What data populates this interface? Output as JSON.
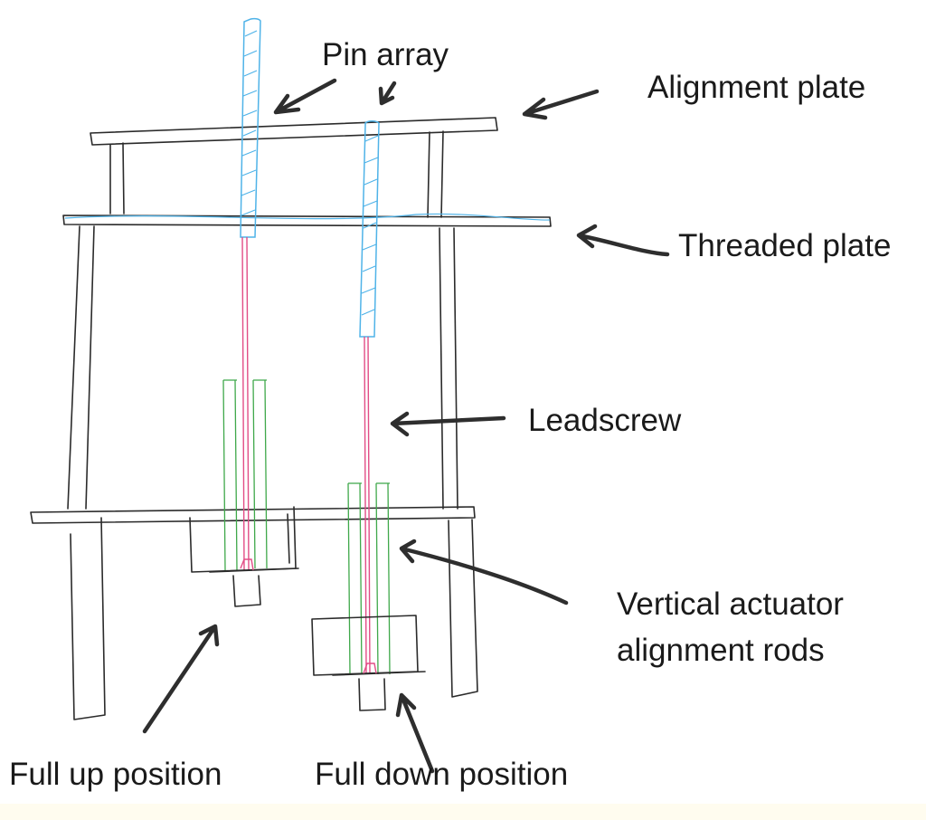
{
  "labels": {
    "pin_array": "Pin array",
    "alignment_plate": "Alignment plate",
    "threaded_plate": "Threaded plate",
    "leadscrew": "Leadscrew",
    "actuator_line1": "Vertical actuator",
    "actuator_line2": "alignment rods",
    "full_up": "Full up position",
    "full_down": "Full down position"
  },
  "colors": {
    "pin": "#4fb3e8",
    "leadscrew": "#e24d86",
    "alignment_rods": "#3fa84a",
    "frame": "#2b2b2b",
    "footer_band": "#fffcef"
  }
}
